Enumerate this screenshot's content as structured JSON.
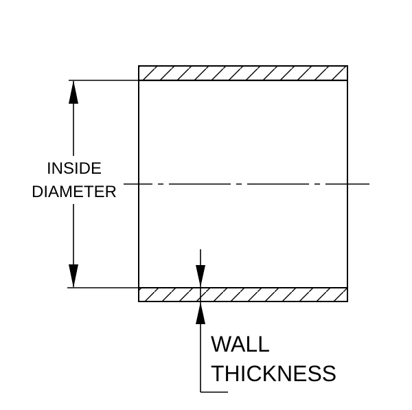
{
  "diagram": {
    "description": "hose/tube cross-section dimension drawing",
    "labels": {
      "inside_diameter_line1": "INSIDE",
      "inside_diameter_line2": "DIAMETER",
      "wall_thickness_line1": "WALL",
      "wall_thickness_line2": "THICKNESS"
    },
    "colors": {
      "line": "#000000",
      "background": "#ffffff"
    }
  }
}
